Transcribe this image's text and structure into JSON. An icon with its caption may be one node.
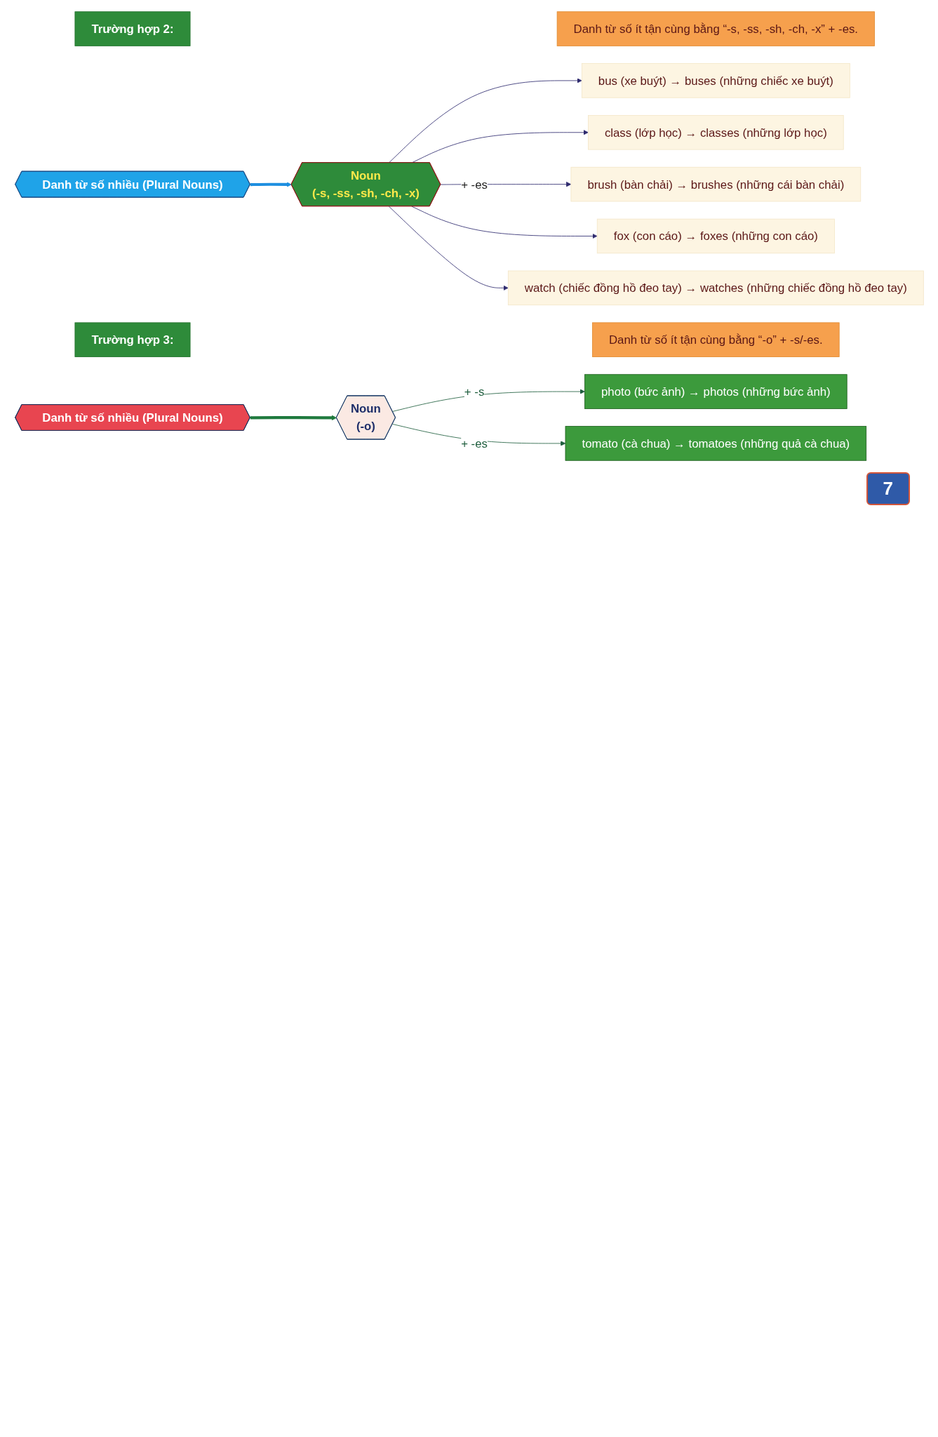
{
  "diagram": {
    "nodes": [
      {
        "text": [
          "Trường hợp 2:"
        ]
      },
      {
        "text": [
          "Danh từ số ít tận cùng bằng “-s, -ss, -sh, -ch, -x” + -es."
        ]
      },
      {
        "text": [
          "Danh từ số nhiều (Plural Nouns)"
        ]
      },
      {
        "text": [
          "Noun",
          "(-s, -ss, -sh, -ch, -x)"
        ]
      },
      {
        "text": [
          "bus (xe buýt) → buses (những chiếc xe buýt)"
        ]
      },
      {
        "text": [
          "class (lớp học) → classes (những lớp học)"
        ]
      },
      {
        "text": [
          "brush (bàn chải) → brushes (những cái bàn chải)"
        ]
      },
      {
        "text": [
          "fox (con cáo) → foxes (những con cáo)"
        ]
      },
      {
        "text": [
          "watch (chiếc đồng hồ đeo tay) → watches (những chiếc đồng hồ đeo tay)"
        ]
      },
      {
        "text": [
          "Trường hợp 3:"
        ]
      },
      {
        "text": [
          "Danh từ số ít tận cùng bằng “-o” + -s/-es."
        ]
      },
      {
        "text": [
          "Danh từ số nhiều (Plural Nouns)"
        ]
      },
      {
        "text": [
          "Noun",
          "(-o)"
        ]
      },
      {
        "text": [
          "photo (bức ảnh) → photos (những bức ảnh)"
        ]
      },
      {
        "text": [
          "tomato (cà chua) → tomatoes (những quả cà chua)"
        ]
      }
    ],
    "edges": [
      {
        "from": 2,
        "to": 3,
        "arrow": "to",
        "style": "thick",
        "color": "#1e8fe0"
      },
      {
        "from": 3,
        "to": 4,
        "arrow": "to"
      },
      {
        "from": 3,
        "to": 5,
        "arrow": "to"
      },
      {
        "from": 3,
        "to": 6,
        "arrow": "to",
        "label": "+ -es"
      },
      {
        "from": 3,
        "to": 7,
        "arrow": "to"
      },
      {
        "from": 3,
        "to": 8,
        "arrow": "to"
      },
      {
        "from": 11,
        "to": 12,
        "arrow": "to",
        "style": "thick",
        "color": "#1f7a3e"
      },
      {
        "from": 12,
        "to": 13,
        "arrow": "to",
        "label": "+ -s",
        "color": "#1f5e3e"
      },
      {
        "from": 12,
        "to": 14,
        "arrow": "to",
        "label": "+ -es",
        "color": "#1f5e3e"
      }
    ],
    "labels": [
      "7"
    ]
  }
}
